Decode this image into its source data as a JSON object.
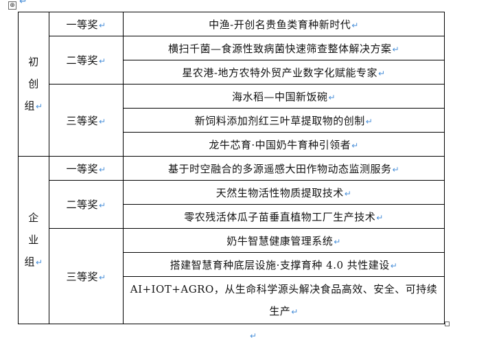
{
  "editor": {
    "move_handle_glyph": "⊕",
    "paragraph_mark": "↵"
  },
  "groups": [
    {
      "name": "初创组",
      "chars": [
        "初",
        "创",
        "组"
      ],
      "levels": [
        {
          "label": "一等奖",
          "projects": [
            "中渔-开创名贵鱼类育种新时代"
          ]
        },
        {
          "label": "二等奖",
          "projects": [
            "横扫千菌—食源性致病菌快速筛查整体解决方案",
            "星农港-地方农特外贸产业数字化赋能专家"
          ]
        },
        {
          "label": "三等奖",
          "projects": [
            "海水稻—中国新饭碗",
            "新饲料添加剂红三叶草提取物的创制",
            "龙牛芯育·中国奶牛育种引领者"
          ]
        }
      ]
    },
    {
      "name": "企业组",
      "chars": [
        "企",
        "业",
        "组"
      ],
      "levels": [
        {
          "label": "一等奖",
          "projects": [
            "基于时空融合的多源遥感大田作物动态监测服务"
          ]
        },
        {
          "label": "二等奖",
          "projects": [
            "天然生物活性物质提取技术",
            "零农残活体瓜子苗垂直植物工厂生产技术"
          ]
        },
        {
          "label": "三等奖",
          "projects": [
            "奶牛智慧健康管理系统",
            "搭建智慧育种底层设施·支撑育种 4.0 共性建设",
            "AI+IOT+AGRO，从生命科学源头解决食品高效、安全、可持续生产"
          ]
        }
      ]
    }
  ]
}
